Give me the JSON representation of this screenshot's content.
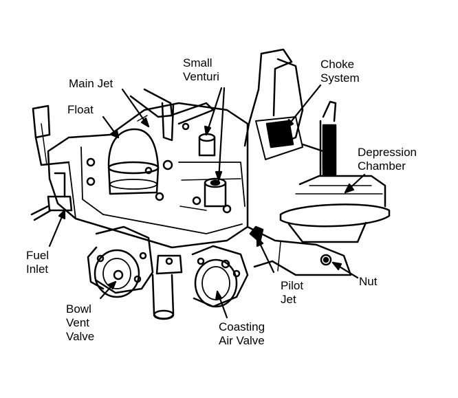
{
  "labels": {
    "main_jet": "Main Jet",
    "float": "Float",
    "small_venturi": [
      "Small",
      "Venturi"
    ],
    "choke_system": [
      "Choke",
      "System"
    ],
    "depression_chamber": [
      "Depression",
      "Chamber"
    ],
    "fuel_inlet": [
      "Fuel",
      "Inlet"
    ],
    "bowl_vent_valve": [
      "Bowl",
      "Vent",
      "Valve"
    ],
    "coasting_air_valve": [
      "Coasting",
      "Air Valve"
    ],
    "pilot_jet": [
      "Pilot",
      "Jet"
    ],
    "nut": "Nut"
  },
  "colors": {
    "ink": "#000000",
    "paper": "#ffffff"
  }
}
